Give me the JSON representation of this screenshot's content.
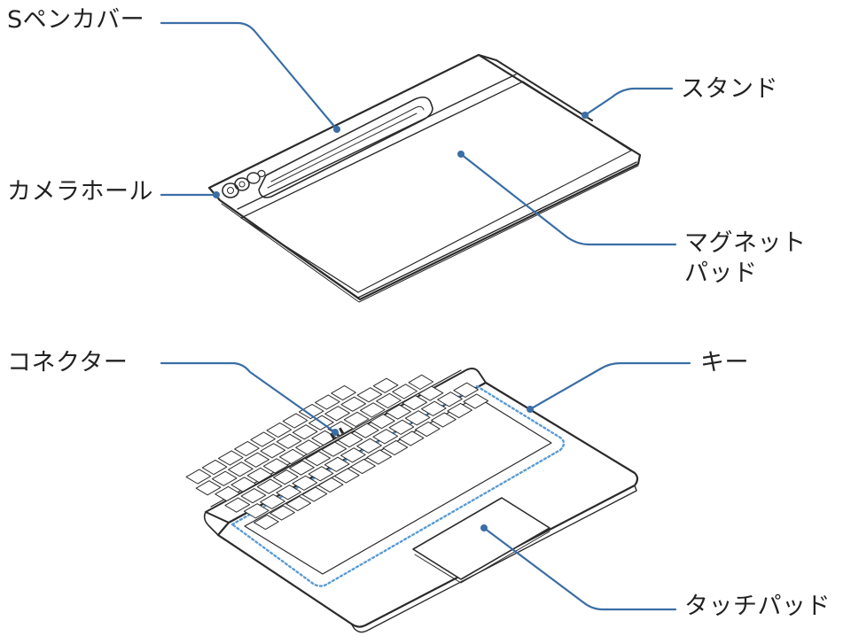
{
  "labels": {
    "s_pen_cover": "Sペンカバー",
    "camera_hole": "カメラホール",
    "stand": "スタンド",
    "magnet_pad": "マグネット\nパッド",
    "connector": "コネクター",
    "keys": "キー",
    "touchpad": "タッチパッド"
  },
  "colors": {
    "leader_line": "#3a6ea5",
    "keyboard_zone_dots": "#5b9bd5",
    "outline": "#2b2b2b",
    "text": "#222222"
  }
}
